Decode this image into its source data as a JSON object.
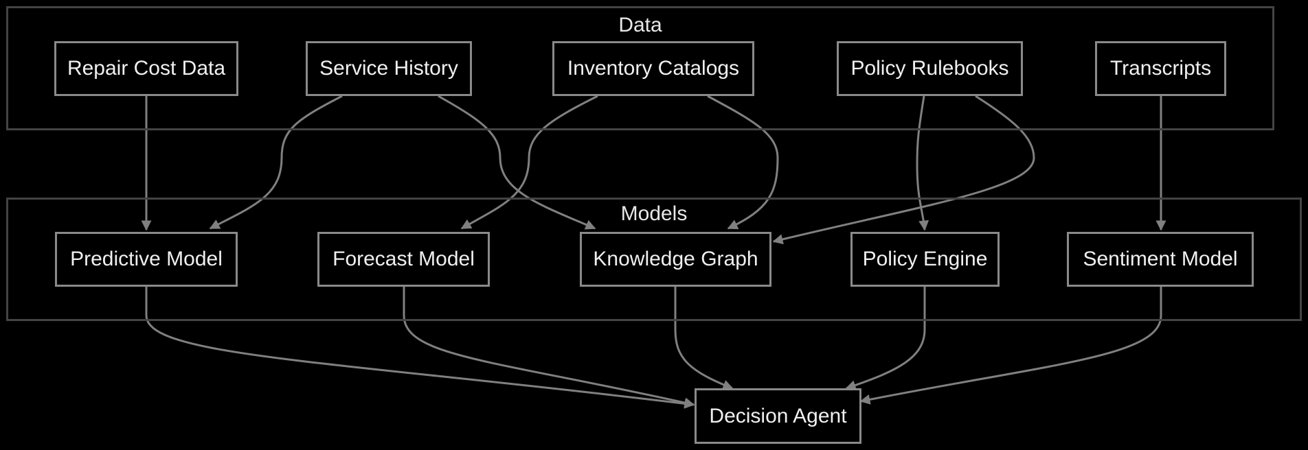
{
  "clusters": {
    "data": {
      "label": "Data"
    },
    "models": {
      "label": "Models"
    }
  },
  "nodes": {
    "repair_cost_data": "Repair Cost Data",
    "service_history": "Service History",
    "inventory_catalogs": "Inventory Catalogs",
    "policy_rulebooks": "Policy Rulebooks",
    "transcripts": "Transcripts",
    "predictive_model": "Predictive Model",
    "forecast_model": "Forecast Model",
    "knowledge_graph": "Knowledge Graph",
    "policy_engine": "Policy Engine",
    "sentiment_model": "Sentiment Model",
    "decision_agent": "Decision Agent"
  },
  "edges": [
    {
      "from": "repair_cost_data",
      "to": "predictive_model"
    },
    {
      "from": "service_history",
      "to": "predictive_model"
    },
    {
      "from": "service_history",
      "to": "knowledge_graph"
    },
    {
      "from": "inventory_catalogs",
      "to": "forecast_model"
    },
    {
      "from": "inventory_catalogs",
      "to": "knowledge_graph"
    },
    {
      "from": "policy_rulebooks",
      "to": "policy_engine"
    },
    {
      "from": "policy_rulebooks",
      "to": "knowledge_graph"
    },
    {
      "from": "transcripts",
      "to": "sentiment_model"
    },
    {
      "from": "predictive_model",
      "to": "decision_agent"
    },
    {
      "from": "forecast_model",
      "to": "decision_agent"
    },
    {
      "from": "knowledge_graph",
      "to": "decision_agent"
    },
    {
      "from": "policy_engine",
      "to": "decision_agent"
    },
    {
      "from": "sentiment_model",
      "to": "decision_agent"
    }
  ],
  "colors": {
    "background": "#000000",
    "node_border": "#8a8a8a",
    "cluster_border": "#444444",
    "edge": "#808080",
    "text": "#f0f0f0"
  }
}
